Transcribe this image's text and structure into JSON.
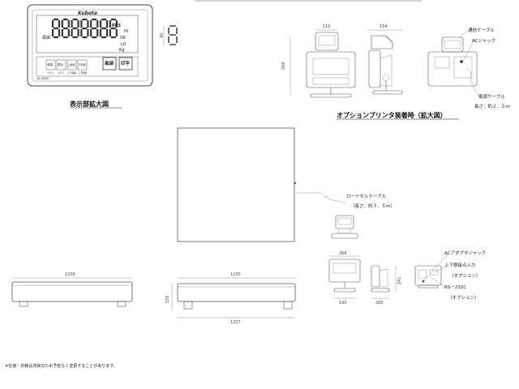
{
  "display_panel": {
    "brand": "Kubota",
    "main_readout": "8888888",
    "small_readout": "8",
    "indicators_left": [
      "風袋"
    ],
    "indicators_right": [
      "PCS",
      "kg",
      "HI",
      "OK",
      "LO"
    ],
    "unit": "Kg",
    "keys": [
      "風袋",
      "零点",
      "上限値",
      "下限値",
      "風袋",
      "印字"
    ],
    "key_caption_left": [
      "メモリ",
      "メモリ",
      "上下限値",
      "上下限値"
    ],
    "model": "KL-6000",
    "small_dim": "40",
    "caption": "表示部拡大図"
  },
  "printer_option": {
    "dim_width_a": "110",
    "dim_width_b": "154",
    "dim_height": "260",
    "callouts": [
      "通信ケーブル",
      "ACジャック",
      "電源ケーブル",
      "長さ：約２．５ｍ"
    ],
    "caption": "オプションプリンタ装着時（拡大図）"
  },
  "platform": {
    "cable_label": "ロードセルケーブル",
    "cable_length": "（長さ：約３．５ｍ）"
  },
  "side_views": {
    "left_width": "1200",
    "right_width": "1230",
    "height": "155",
    "bottom_length": "1227"
  },
  "indicator_views": {
    "front_width": "268",
    "base_width": "190",
    "side_depth": "260",
    "height": "241",
    "callouts": [
      "ACアダプタジャック",
      "上下限接点入力",
      "（オプション）",
      "RS－232C",
      "（オプション）"
    ]
  },
  "footnote": "※仕様・外観は改良のため予告なく変更することがあります。"
}
